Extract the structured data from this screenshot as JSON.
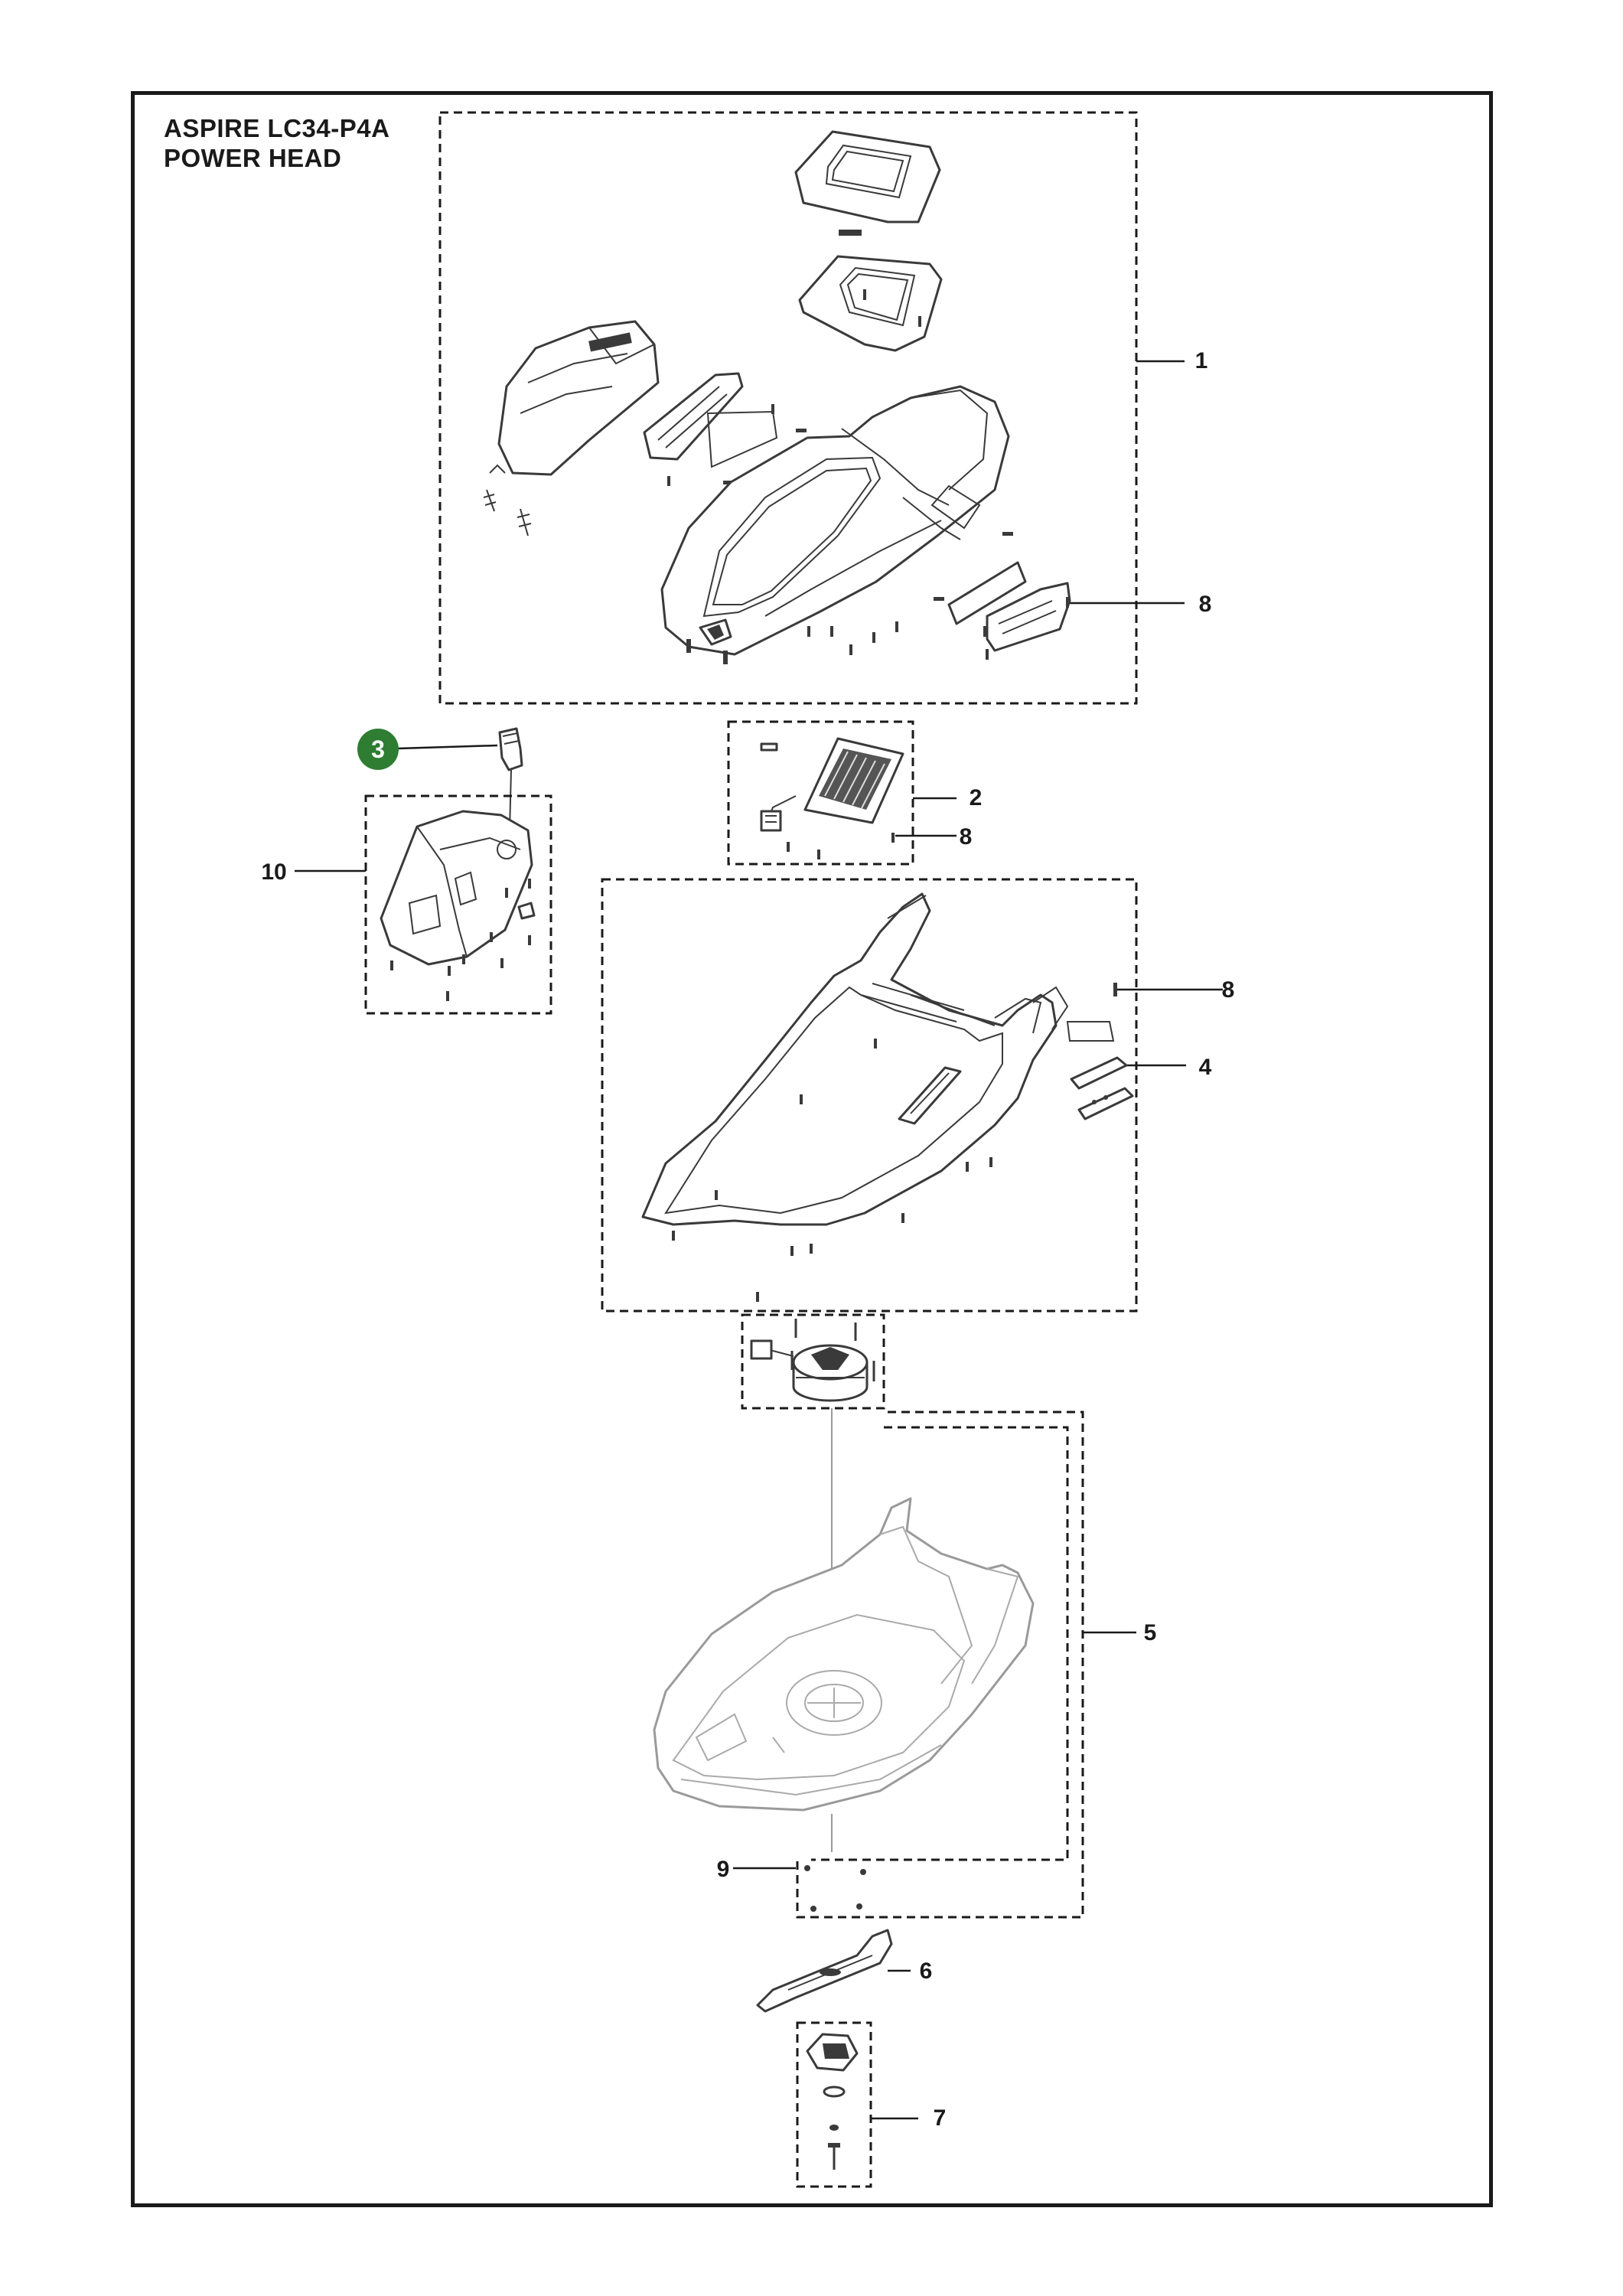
{
  "title": {
    "line1": "ASPIRE LC34-P4A",
    "line2": "POWER HEAD"
  },
  "callouts": [
    {
      "id": "c1",
      "label": "1"
    },
    {
      "id": "c8a",
      "label": "8"
    },
    {
      "id": "c3",
      "label": "3",
      "highlighted": true
    },
    {
      "id": "c2",
      "label": "2"
    },
    {
      "id": "c8b",
      "label": "8"
    },
    {
      "id": "c10",
      "label": "10"
    },
    {
      "id": "c8c",
      "label": "8"
    },
    {
      "id": "c4",
      "label": "4"
    },
    {
      "id": "c5",
      "label": "5"
    },
    {
      "id": "c9",
      "label": "9"
    },
    {
      "id": "c6",
      "label": "6"
    },
    {
      "id": "c7",
      "label": "7"
    }
  ],
  "colors": {
    "line": "#1a1a1a",
    "part": "#3a3a3a",
    "light_part": "#9a9a9a",
    "highlight": "#2e7d32"
  }
}
